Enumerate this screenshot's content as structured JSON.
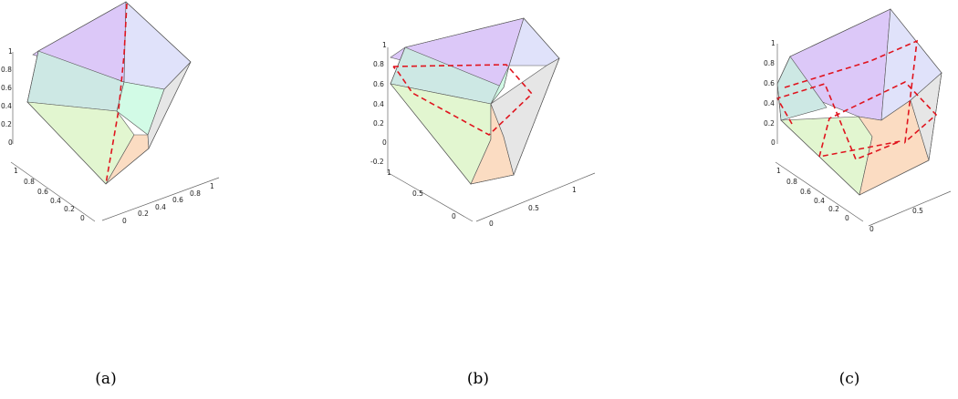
{
  "colors": {
    "purple_face": "#dcc8f8",
    "lavender_face": "#e0e2fa",
    "teal_face": "#cde8e4",
    "green_face": "#e2f6d0",
    "mint_face": "#d2fbe6",
    "peach_face": "#fbdcc2",
    "grey_face": "#e6e6e6",
    "path": "#e0141e"
  },
  "panels": [
    {
      "caption": "(a)",
      "z_ticks": [
        "1",
        "0.8",
        "0.6",
        "0.4",
        "0.2",
        "0"
      ],
      "y_ticks": [
        "1",
        "0.8",
        "0.6",
        "0.4",
        "0.2",
        "0"
      ],
      "x_ticks": [
        "0",
        "0.2",
        "0.4",
        "0.6",
        "0.8",
        "1"
      ]
    },
    {
      "caption": "(b)",
      "z_ticks": [
        "1",
        "0.8",
        "0.6",
        "0.4",
        "0.2",
        "0",
        "-0.2"
      ],
      "y_ticks": [
        "1",
        "0.5",
        "0"
      ],
      "x_ticks": [
        "0",
        "0.5",
        "1"
      ]
    },
    {
      "caption": "(c)",
      "z_ticks": [
        "1",
        "0.8",
        "0.6",
        "0.4",
        "0.2",
        "0"
      ],
      "y_ticks": [
        "1",
        "0.8",
        "0.6",
        "0.4",
        "0.2",
        "0"
      ],
      "x_ticks": [
        "0",
        "0.5"
      ]
    }
  ]
}
